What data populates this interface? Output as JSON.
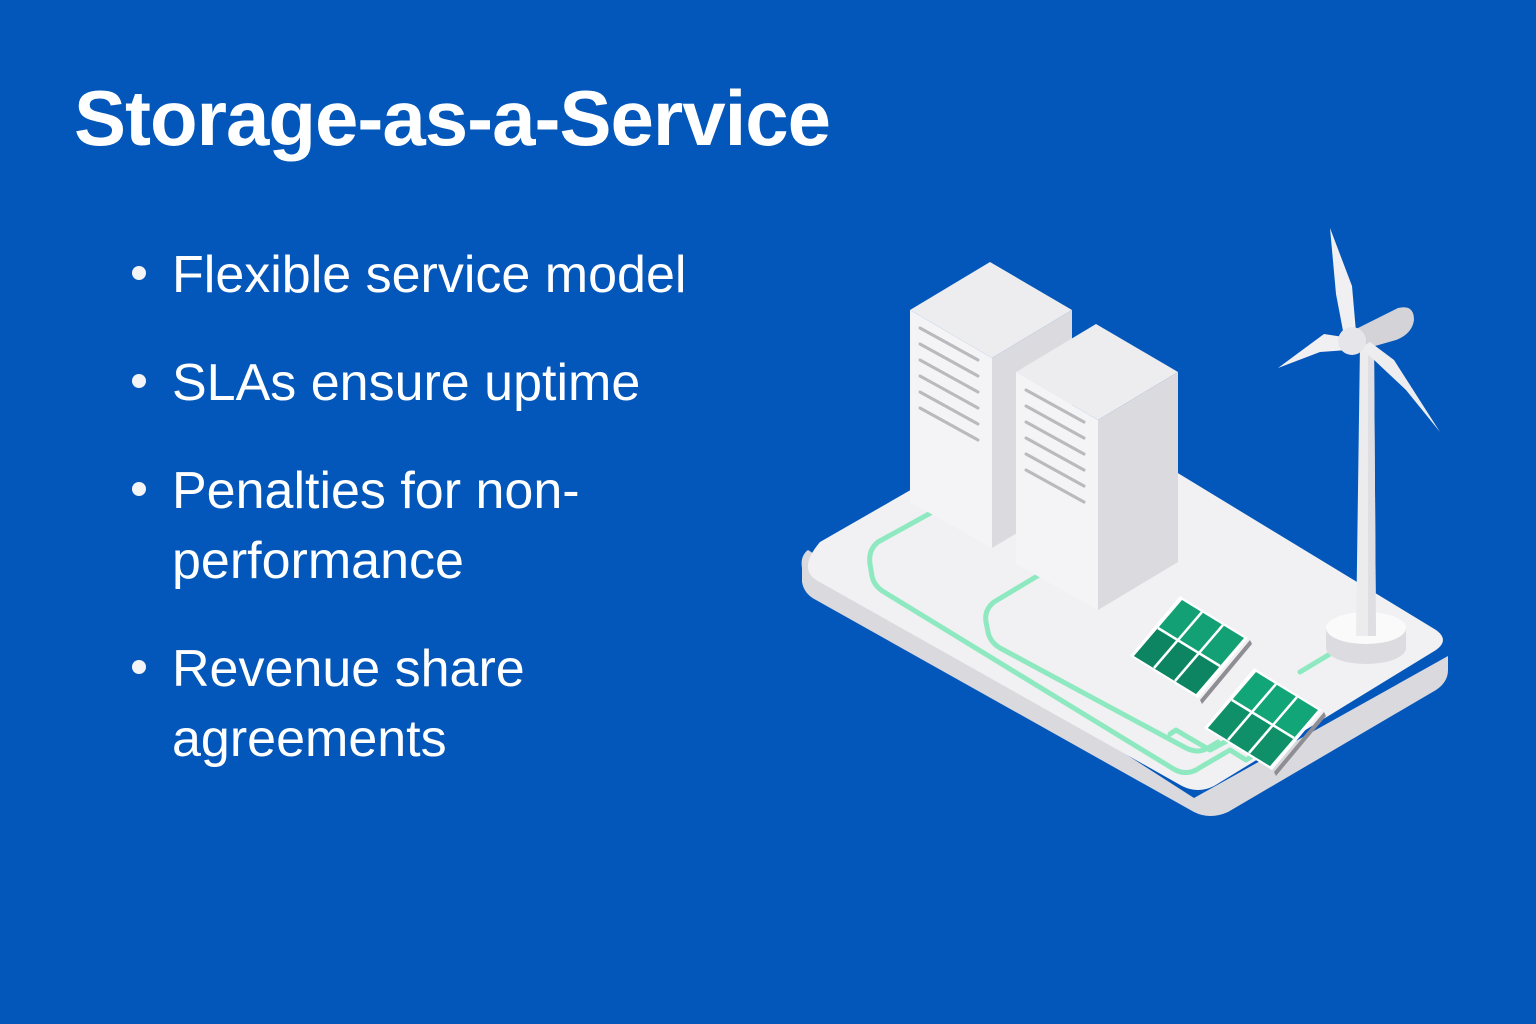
{
  "slide": {
    "title": "Storage-as-a-Service",
    "background_color": "#0457BA",
    "text_color": "#FFFFFF",
    "bullets": [
      {
        "label": "Flexible service model"
      },
      {
        "label": "SLAs ensure uptime"
      },
      {
        "label": "Penalties for non-performance"
      },
      {
        "label": "Revenue share agreements"
      }
    ]
  },
  "illustration": {
    "description": "Isometric platform with two server towers, two solar panels, connecting green cables and a wind turbine",
    "elements": [
      "platform",
      "server-tower",
      "server-tower",
      "solar-panel",
      "solar-panel",
      "cable",
      "wind-turbine"
    ],
    "colors": {
      "platform_top": "#F2F2F4",
      "platform_side": "#DCDCE0",
      "server_face_light": "#F4F4F6",
      "server_face_dark": "#DADADE",
      "server_vent": "#B9B9BE",
      "solar_panel": "#12A074",
      "solar_panel_dark": "#0D7F5E",
      "cable": "#8EE8C0",
      "cable_node": "#0E8A47",
      "turbine": "#F0F0F2"
    }
  }
}
